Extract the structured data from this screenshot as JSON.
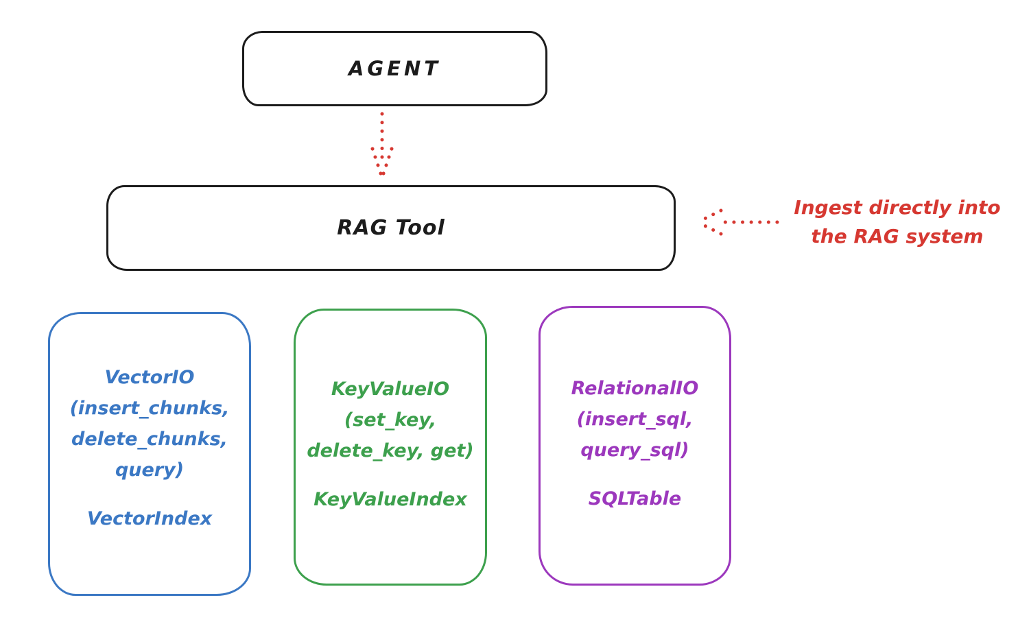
{
  "colors": {
    "ink": "#1c1c1c",
    "red": "#d63831",
    "blue": "#3b78c4",
    "green": "#3da04d",
    "purple": "#9c38bd",
    "background": "#ffffff"
  },
  "agent": {
    "label": "AGENT"
  },
  "rag_tool": {
    "label": "RAG Tool"
  },
  "annotation": {
    "line1": "Ingest directly into",
    "line2": "the RAG system"
  },
  "arrows": [
    {
      "name": "agent-to-rag-arrow",
      "style": "dotted",
      "color": "#d63831",
      "direction": "down"
    },
    {
      "name": "ingest-annotation-arrow",
      "style": "dotted",
      "color": "#d63831",
      "direction": "left"
    }
  ],
  "stores": [
    {
      "title_lines": [
        "VectorIO",
        "(insert_chunks,",
        "delete_chunks,",
        "query)"
      ],
      "index_label": "VectorIndex",
      "color": "#3b78c4"
    },
    {
      "title_lines": [
        "KeyValueIO",
        "(set_key,",
        "delete_key, get)"
      ],
      "index_label": "KeyValueIndex",
      "color": "#3da04d"
    },
    {
      "title_lines": [
        "RelationalIO",
        "(insert_sql,",
        "query_sql)"
      ],
      "index_label": "SQLTable",
      "color": "#9c38bd"
    }
  ]
}
